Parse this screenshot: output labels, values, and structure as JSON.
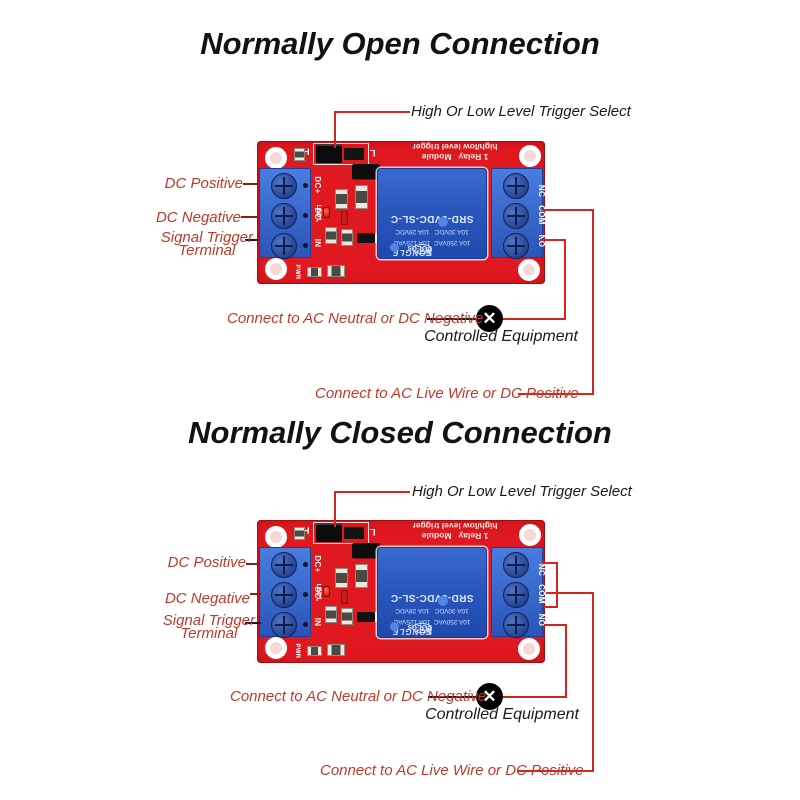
{
  "titles": {
    "open": "Normally Open Connection",
    "closed": "Normally Closed Connection"
  },
  "labels": {
    "trigger_select": "High Or Low Level Trigger Select",
    "dc_positive": "DC Positive",
    "dc_negative": "DC Negative",
    "signal_trigger_1": "Signal Trigger",
    "signal_trigger_2": "Terminal",
    "ac_neutral": "Connect to AC Neutral or DC Negative",
    "ac_live": "Connect to AC Live Wire or DC Positive",
    "controlled_equipment": "Controlled Equipment"
  },
  "icons": {
    "controlled_equipment_x": "✕",
    "songle_logo": "☰",
    "cert_triangle": "▽",
    "reg_mark": "®"
  },
  "module": {
    "silkscreen_1": "1 Relay   Module",
    "silkscreen_2": "high/low level trigger",
    "jumper_high": "H",
    "jumper_low": "L",
    "left_terminals": [
      "DC+",
      "DC-",
      "IN"
    ],
    "right_terminals": [
      "NC",
      "COM",
      "NO"
    ],
    "led_label": "LED1",
    "pwr_label": "PWR",
    "relay": {
      "model": "SRD-5VDC-SL-C",
      "rating_ac": "10A 250VAC  10A 125VAC",
      "rating_dc": "10A 30VDC   10A 28VDC",
      "cert_cqc": "CQC",
      "cert_ul": "cULus",
      "cert_ul_num": "8.",
      "brand": "SONGLE"
    }
  },
  "colors": {
    "wire_red": "#d6251d",
    "label_red": "#c0392b",
    "board_red": "#e0181f",
    "relay_blue": "#2e5fc4",
    "terminal_blue": "#3568d4",
    "wire_black": "#1a1a1a"
  }
}
